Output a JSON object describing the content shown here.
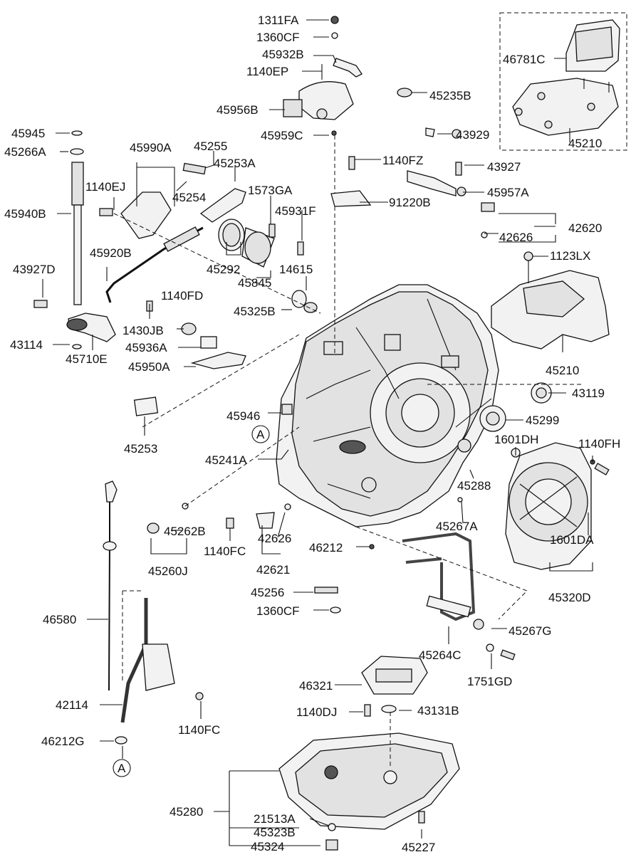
{
  "labels": {
    "l_1311FA": "1311FA",
    "l_1360CF_top": "1360CF",
    "l_45932B": "45932B",
    "l_1140EP": "1140EP",
    "l_45956B": "45956B",
    "l_45959C": "45959C",
    "l_45235B": "45235B",
    "l_43929": "43929",
    "l_46781C": "46781C",
    "l_45210_top": "45210",
    "l_45945": "45945",
    "l_45266A": "45266A",
    "l_45990A": "45990A",
    "l_45255": "45255",
    "l_45253A": "45253A",
    "l_1140EJ": "1140EJ",
    "l_45254": "45254",
    "l_1573GA": "1573GA",
    "l_45940B": "45940B",
    "l_45931F": "45931F",
    "l_1140FZ": "1140FZ",
    "l_43927": "43927",
    "l_45957A": "45957A",
    "l_91220B": "91220B",
    "l_42620": "42620",
    "l_42626_top": "42626",
    "l_45920B": "45920B",
    "l_45292": "45292",
    "l_14615": "14615",
    "l_45845": "45845",
    "l_1123LX": "1123LX",
    "l_43927D": "43927D",
    "l_1140FD": "1140FD",
    "l_45325B": "45325B",
    "l_43114": "43114",
    "l_1430JB": "1430JB",
    "l_45710E": "45710E",
    "l_45936A": "45936A",
    "l_45950A": "45950A",
    "l_45210_mid": "45210",
    "l_43119": "43119",
    "l_45946": "45946",
    "l_45299": "45299",
    "l_45253": "45253",
    "l_A_top": "A",
    "l_45241A": "45241A",
    "l_1601DH": "1601DH",
    "l_1140FH": "1140FH",
    "l_45288": "45288",
    "l_45262B": "45262B",
    "l_45267A": "45267A",
    "l_1601DA": "1601DA",
    "l_42626_mid": "42626",
    "l_1140FC_mid": "1140FC",
    "l_46212": "46212",
    "l_45260J": "45260J",
    "l_42621": "42621",
    "l_45320D": "45320D",
    "l_46580": "46580",
    "l_45256": "45256",
    "l_1360CF_bot": "1360CF",
    "l_45267G": "45267G",
    "l_45264C": "45264C",
    "l_1751GD": "1751GD",
    "l_46321": "46321",
    "l_42114": "42114",
    "l_1140DJ": "1140DJ",
    "l_43131B": "43131B",
    "l_1140FC_bot": "1140FC",
    "l_46212G": "46212G",
    "l_A_bot": "A",
    "l_45280": "45280",
    "l_21513A": "21513A",
    "l_45323B": "45323B",
    "l_45324": "45324",
    "l_45227": "45227"
  }
}
